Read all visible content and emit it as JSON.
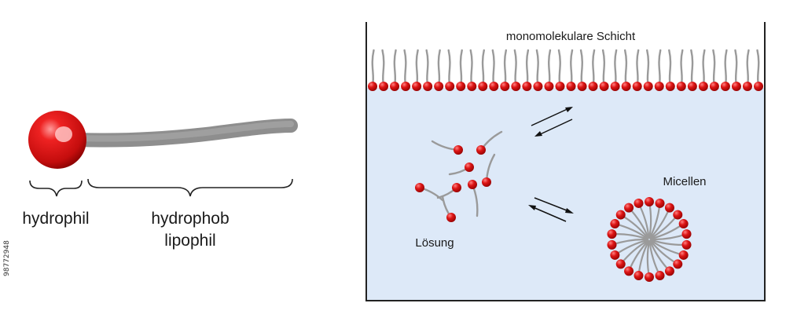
{
  "labels": {
    "hydrophil": "hydrophil",
    "hydrophob": "hydrophob",
    "lipophil": "lipophil",
    "monolayer": "monomolekulare Schicht",
    "micelles": "Micellen",
    "solution": "Lösung",
    "stock_id": "98772948"
  },
  "colors": {
    "head": "#cc1111",
    "head_dark": "#8a0000",
    "tail": "#9a9a9a",
    "water": "#dde9f8",
    "container": "#222222"
  },
  "icons": [
    "equilibrium-arrows-icon"
  ]
}
